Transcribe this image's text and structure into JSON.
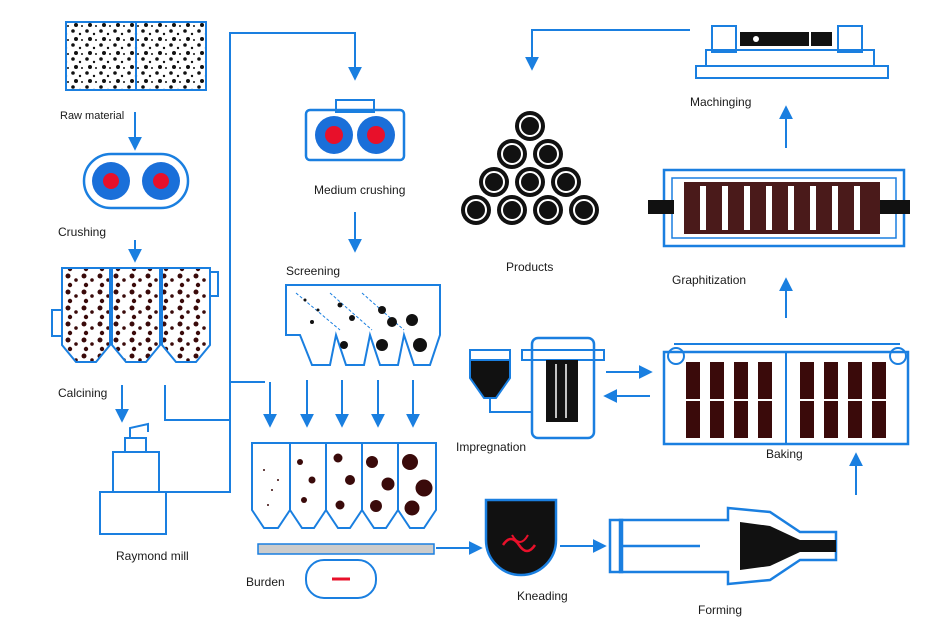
{
  "diagram": {
    "labels": {
      "raw_material": "Raw material",
      "crushing": "Crushing",
      "calcining": "Calcining",
      "raymond_mill": "Raymond mill",
      "medium_crushing": "Medium crushing",
      "screening": "Screening",
      "burden": "Burden",
      "kneading": "Kneading",
      "forming": "Forming",
      "impregnation": "Impregnation",
      "baking": "Baking",
      "graphitization": "Graphitization",
      "machinging": "Machinging",
      "products": "Products"
    },
    "colors": {
      "line": "#1a7fe0",
      "equipment_outline": "#1a7fe0",
      "material": "#3a0a0a",
      "roller": "#1a6fd9",
      "roller_core": "#e8102a",
      "black": "#111111"
    }
  }
}
